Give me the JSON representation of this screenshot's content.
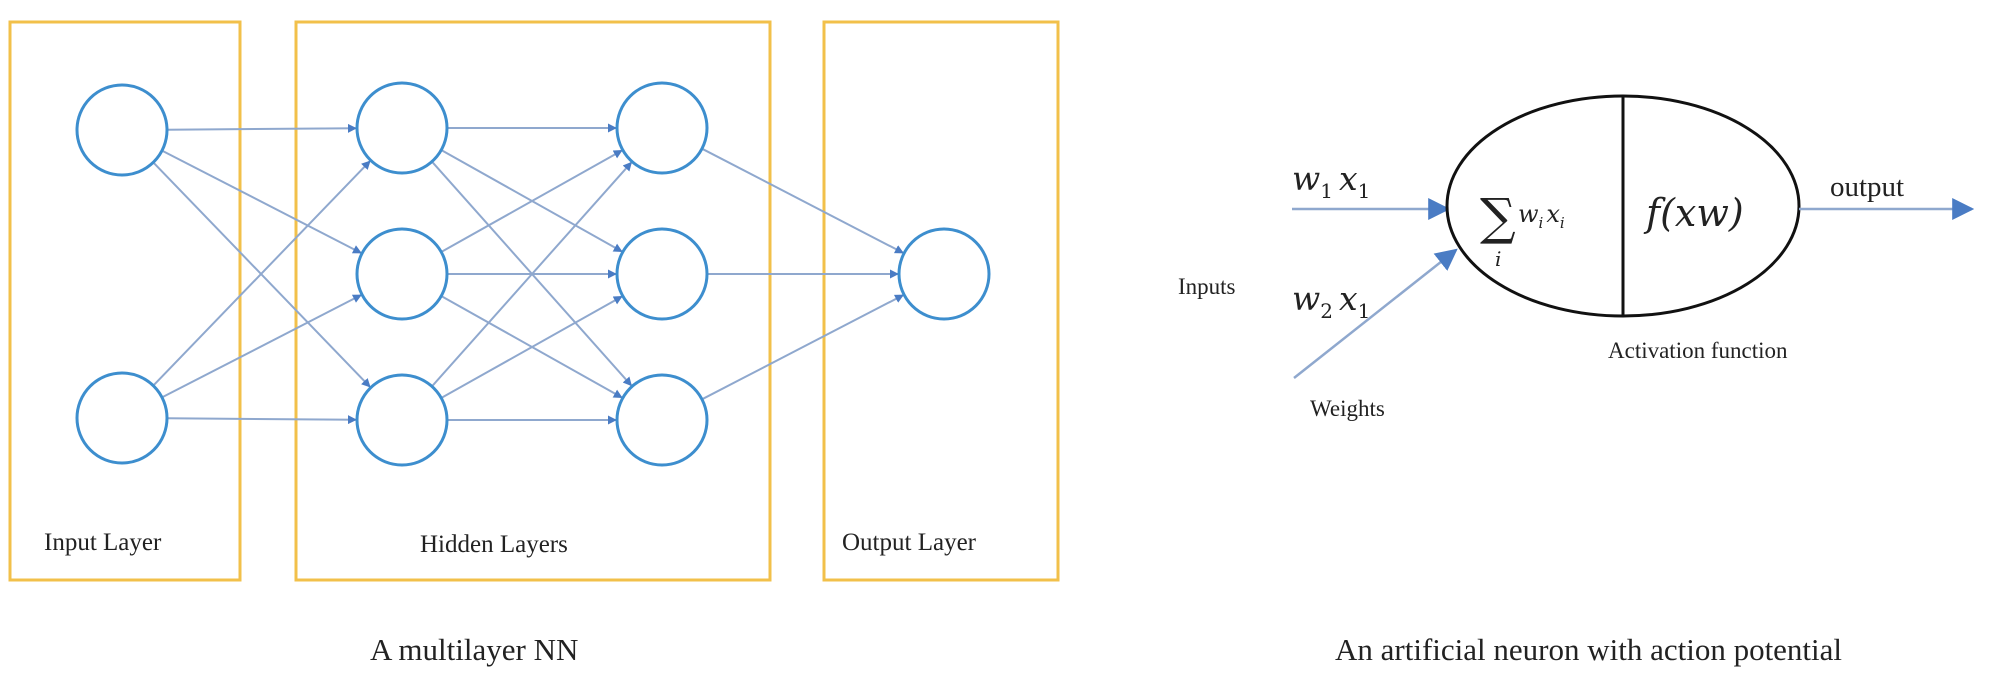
{
  "colors": {
    "layer_box": "#F2C04A",
    "node_stroke": "#3D8ECE",
    "edge": "#8FA8CE",
    "arrow": "#4A7CC4",
    "ink": "#111111"
  },
  "left_diagram": {
    "layers": [
      {
        "label": "Input Layer",
        "nodes": 2
      },
      {
        "label": "Hidden Layers",
        "nodes": 3
      },
      {
        "label": "Hidden Layers",
        "nodes": 3
      },
      {
        "label": "Output Layer",
        "nodes": 1
      }
    ],
    "input_layer_label": "Input Layer",
    "hidden_layers_label": "Hidden Layers",
    "output_layer_label": "Output Layer",
    "caption": "A multilayer NN"
  },
  "right_diagram": {
    "input1": {
      "w": "w",
      "w_sub": "1",
      "x": "x",
      "x_sub": "1"
    },
    "input2": {
      "w": "w",
      "w_sub": "2",
      "x": "x",
      "x_sub": "1"
    },
    "sum_symbol": "∑",
    "sum_index": "i",
    "sum_term": {
      "w": "w",
      "w_sub": "i",
      "x": "x",
      "x_sub": "i"
    },
    "activation_formula": "f(xw)",
    "output_label": "output",
    "inputs_label": "Inputs",
    "weights_label": "Weights",
    "activation_label": "Activation function",
    "caption": "An artificial neuron with action potential"
  }
}
